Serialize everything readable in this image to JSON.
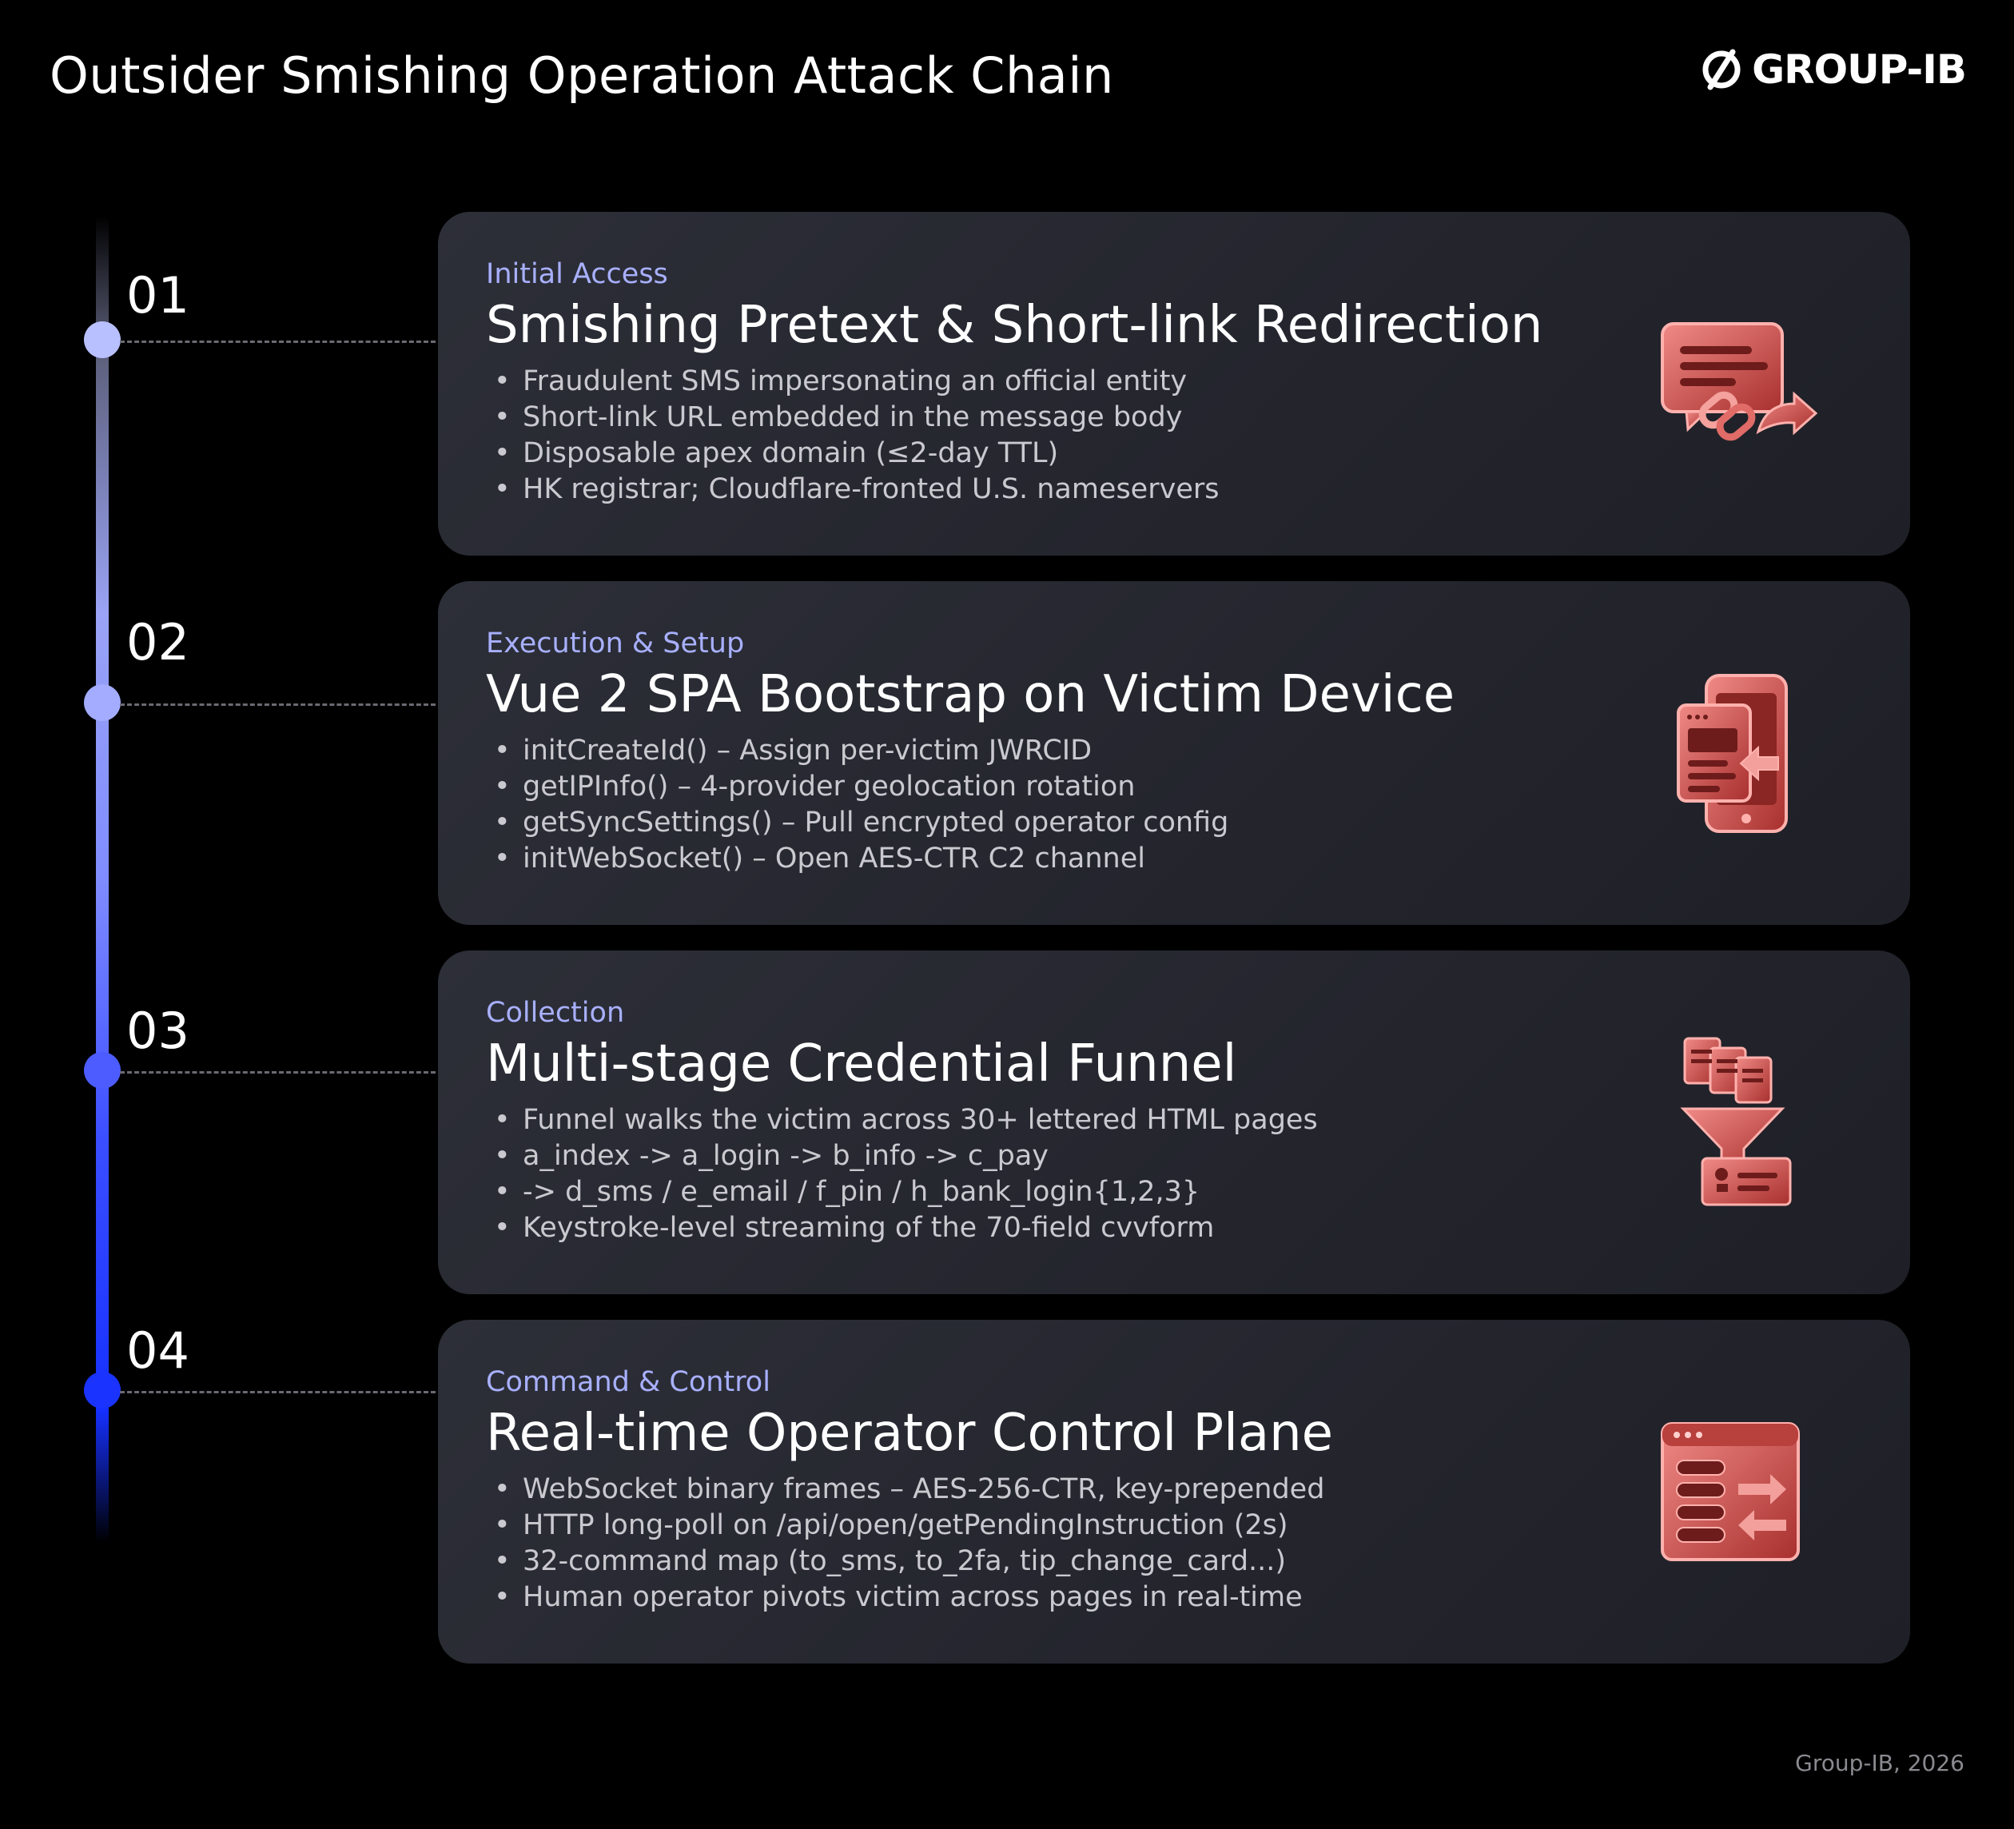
{
  "header": {
    "title": "Outsider Smishing Operation Attack Chain",
    "logo_text": "GROUP-IB"
  },
  "footer": {
    "credit": "Group-IB, 2026"
  },
  "colors": {
    "background": "#000000",
    "card": "#262730",
    "category": "#a8b0ff",
    "icon_red": "#d9534f",
    "dot_1": "#b9c0ff",
    "dot_2": "#a3acff",
    "dot_3": "#4d5cff",
    "dot_4": "#1a33ff"
  },
  "stages": [
    {
      "number": "01",
      "category": "Initial Access",
      "title": "Smishing Pretext & Short-link Redirection",
      "bullets": [
        "Fraudulent SMS impersonating an official entity",
        "Short-link URL embedded in the message body",
        "Disposable apex domain (≤2-day TTL)",
        "HK registrar; Cloudflare-fronted U.S. nameservers"
      ],
      "icon": "sms-link-redirect-icon"
    },
    {
      "number": "02",
      "category": "Execution & Setup",
      "title": "Vue 2 SPA Bootstrap on Victim Device",
      "bullets": [
        "initCreateId() – Assign per-victim JWRCID",
        "getIPInfo() – 4-provider geolocation rotation",
        "getSyncSettings() – Pull encrypted operator config",
        "initWebSocket() – Open AES-CTR C2 channel"
      ],
      "icon": "phone-app-icon"
    },
    {
      "number": "03",
      "category": "Collection",
      "title": "Multi-stage Credential Funnel",
      "bullets": [
        "Funnel walks the victim across 30+ lettered HTML pages",
        "a_index -> a_login -> b_info -> c_pay",
        "-> d_sms / e_email / f_pin / h_bank_login{1,2,3}",
        "Keystroke-level streaming of the 70-field cvvform"
      ],
      "icon": "funnel-icon"
    },
    {
      "number": "04",
      "category": "Command & Control",
      "title": "Real-time Operator Control Plane",
      "bullets": [
        "WebSocket binary frames – AES-256-CTR, key-prepended",
        "HTTP long-poll on /api/open/getPendingInstruction (2s)",
        "32-command map (to_sms, to_2fa, tip_change_card...)",
        "Human operator pivots victim across pages in real-time"
      ],
      "icon": "control-panel-icon"
    }
  ]
}
